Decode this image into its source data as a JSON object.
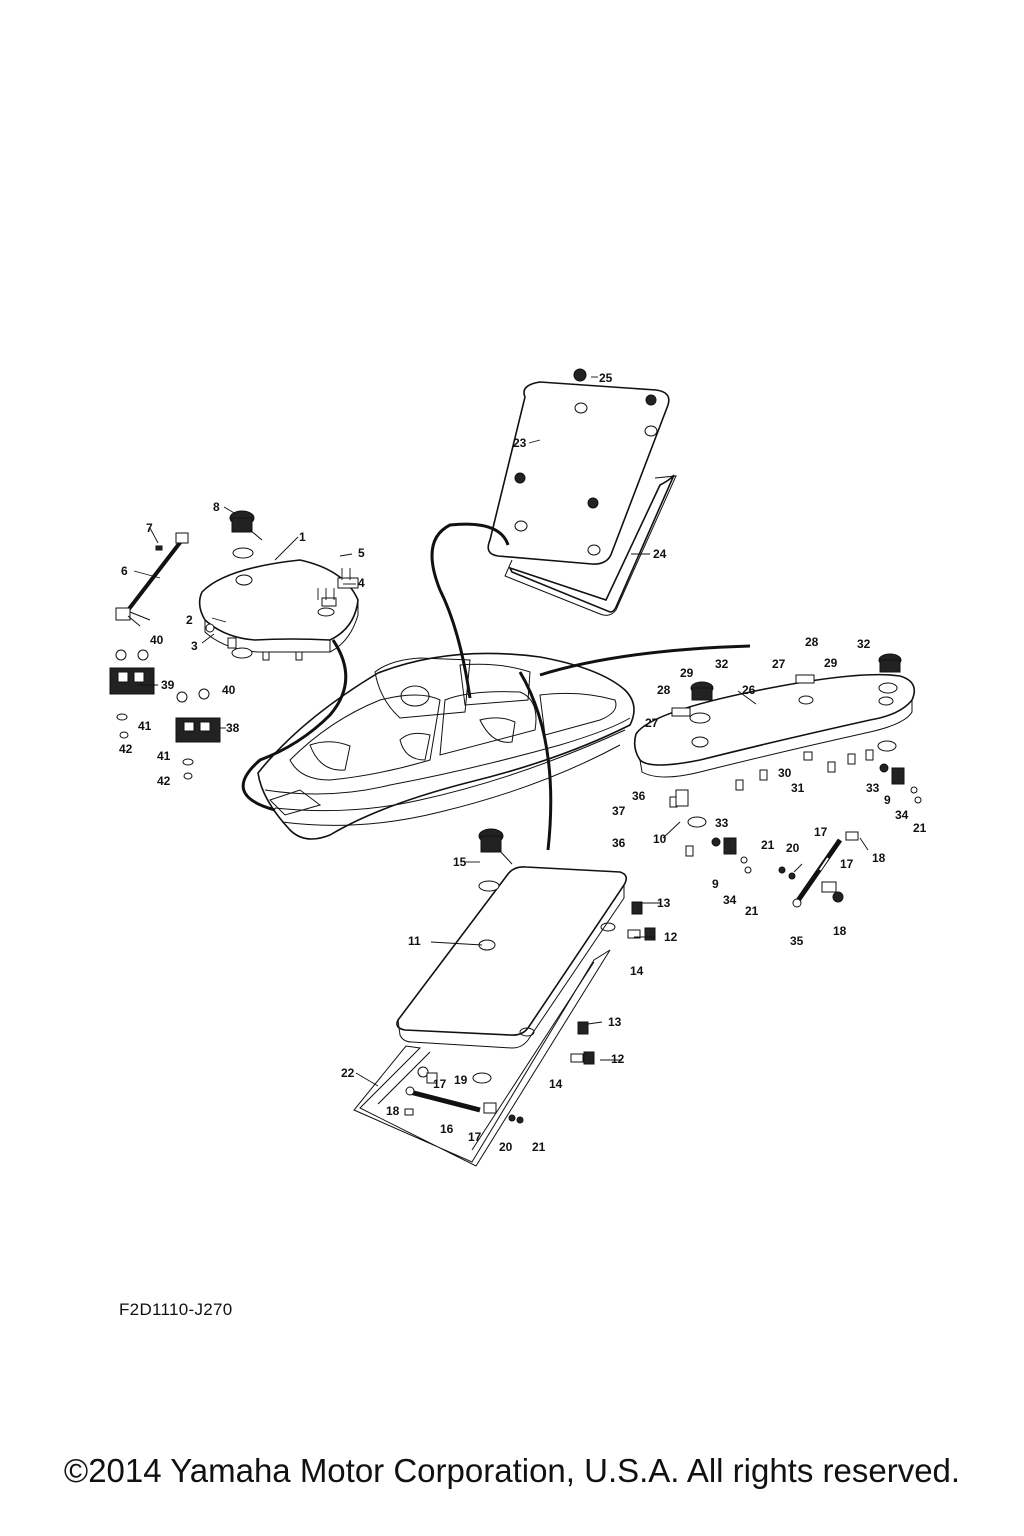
{
  "figure_code": "F2D1110-J270",
  "copyright": "©2014 Yamaha Motor Corporation, U.S.A. All rights reserved.",
  "callouts": [
    {
      "id": "c1",
      "label": "1"
    },
    {
      "id": "c2",
      "label": "2"
    },
    {
      "id": "c3",
      "label": "3"
    },
    {
      "id": "c4",
      "label": "4"
    },
    {
      "id": "c5",
      "label": "5"
    },
    {
      "id": "c6",
      "label": "6"
    },
    {
      "id": "c7",
      "label": "7"
    },
    {
      "id": "c8",
      "label": "8"
    },
    {
      "id": "c9a",
      "label": "9"
    },
    {
      "id": "c9b",
      "label": "9"
    },
    {
      "id": "c10",
      "label": "10"
    },
    {
      "id": "c11",
      "label": "11"
    },
    {
      "id": "c12a",
      "label": "12"
    },
    {
      "id": "c12b",
      "label": "12"
    },
    {
      "id": "c13a",
      "label": "13"
    },
    {
      "id": "c13b",
      "label": "13"
    },
    {
      "id": "c14a",
      "label": "14"
    },
    {
      "id": "c14b",
      "label": "14"
    },
    {
      "id": "c15",
      "label": "15"
    },
    {
      "id": "c16",
      "label": "16"
    },
    {
      "id": "c17a",
      "label": "17"
    },
    {
      "id": "c17b",
      "label": "17"
    },
    {
      "id": "c17c",
      "label": "17"
    },
    {
      "id": "c17d",
      "label": "17"
    },
    {
      "id": "c18a",
      "label": "18"
    },
    {
      "id": "c18b",
      "label": "18"
    },
    {
      "id": "c18c",
      "label": "18"
    },
    {
      "id": "c19",
      "label": "19"
    },
    {
      "id": "c20a",
      "label": "20"
    },
    {
      "id": "c20b",
      "label": "20"
    },
    {
      "id": "c21a",
      "label": "21"
    },
    {
      "id": "c21b",
      "label": "21"
    },
    {
      "id": "c21c",
      "label": "21"
    },
    {
      "id": "c21d",
      "label": "21"
    },
    {
      "id": "c22",
      "label": "22"
    },
    {
      "id": "c23",
      "label": "23"
    },
    {
      "id": "c24",
      "label": "24"
    },
    {
      "id": "c25",
      "label": "25"
    },
    {
      "id": "c26",
      "label": "26"
    },
    {
      "id": "c27a",
      "label": "27"
    },
    {
      "id": "c27b",
      "label": "27"
    },
    {
      "id": "c28a",
      "label": "28"
    },
    {
      "id": "c28b",
      "label": "28"
    },
    {
      "id": "c29a",
      "label": "29"
    },
    {
      "id": "c29b",
      "label": "29"
    },
    {
      "id": "c30",
      "label": "30"
    },
    {
      "id": "c31",
      "label": "31"
    },
    {
      "id": "c32a",
      "label": "32"
    },
    {
      "id": "c32b",
      "label": "32"
    },
    {
      "id": "c33a",
      "label": "33"
    },
    {
      "id": "c33b",
      "label": "33"
    },
    {
      "id": "c34a",
      "label": "34"
    },
    {
      "id": "c34b",
      "label": "34"
    },
    {
      "id": "c35",
      "label": "35"
    },
    {
      "id": "c36a",
      "label": "36"
    },
    {
      "id": "c36b",
      "label": "36"
    },
    {
      "id": "c37",
      "label": "37"
    },
    {
      "id": "c38",
      "label": "38"
    },
    {
      "id": "c39",
      "label": "39"
    },
    {
      "id": "c40a",
      "label": "40"
    },
    {
      "id": "c40b",
      "label": "40"
    },
    {
      "id": "c41a",
      "label": "41"
    },
    {
      "id": "c41b",
      "label": "41"
    },
    {
      "id": "c42a",
      "label": "42"
    },
    {
      "id": "c42b",
      "label": "42"
    }
  ]
}
